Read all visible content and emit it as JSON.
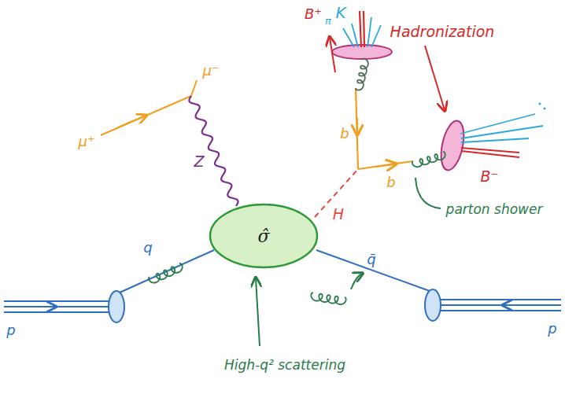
{
  "diagram": {
    "nodes": [
      {
        "text": [
          "σ̂"
        ]
      }
    ],
    "labels": [
      "μ⁺",
      "μ⁻",
      "Z",
      "H",
      "b",
      "b",
      "B⁺",
      "π",
      "K",
      "B⁻",
      "Hadronization",
      "parton shower",
      "High-q² scattering",
      "q",
      "q̄",
      "p",
      "p"
    ]
  }
}
